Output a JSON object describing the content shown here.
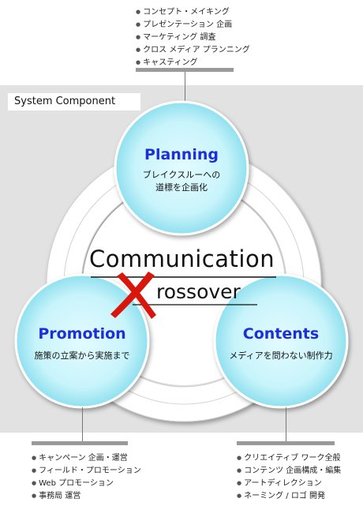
{
  "top_list": [
    "コンセプト・メイキング",
    "プレゼンテーション 企画",
    "マーケティング 調査",
    "クロス メディア プランニング",
    "キャスティング"
  ],
  "section_label": "System Component",
  "planning": {
    "title": "Planning",
    "sub1": "ブレイクスルーへの",
    "sub2": "道標を企画化"
  },
  "promotion": {
    "title": "Promotion",
    "sub": "施策の立案から実施まで"
  },
  "contents": {
    "title": "Contents",
    "sub": "メディアを問わない制作力"
  },
  "center": {
    "word1": "Communication",
    "word2": "rossover",
    "x_letter": "X"
  },
  "bottom_left_list": [
    "キャンペーン 企画・運営",
    "フィールド・プロモーション",
    "Web プロモーション",
    "事務局 運営"
  ],
  "bottom_right_list": [
    "クリエイティブ ワーク全般",
    "コンテンツ 企画構成・編集",
    "アートディレクション",
    "ネーミング / ロゴ 開発"
  ],
  "colors": {
    "circle_fill": "#c8f4fb",
    "title_blue": "#1d2fd6",
    "x_red": "#d8160c",
    "band_gray": "#e2e2e2"
  }
}
